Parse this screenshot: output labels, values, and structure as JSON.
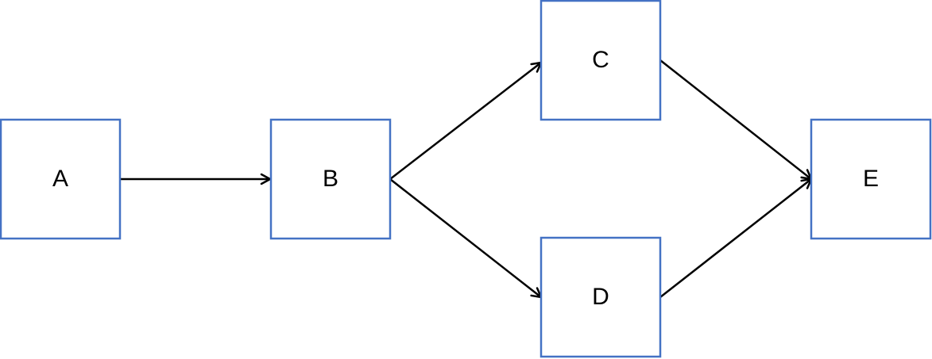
{
  "diagram": {
    "nodes": [
      {
        "id": "A",
        "label": "A"
      },
      {
        "id": "B",
        "label": "B"
      },
      {
        "id": "C",
        "label": "C"
      },
      {
        "id": "D",
        "label": "D"
      },
      {
        "id": "E",
        "label": "E"
      }
    ],
    "edges": [
      {
        "from": "A",
        "to": "B"
      },
      {
        "from": "B",
        "to": "C"
      },
      {
        "from": "B",
        "to": "D"
      },
      {
        "from": "C",
        "to": "E"
      },
      {
        "from": "D",
        "to": "E"
      }
    ],
    "colors": {
      "node_border": "#4472c4",
      "node_fill": "#ffffff",
      "edge": "#000000",
      "text": "#000000"
    }
  }
}
